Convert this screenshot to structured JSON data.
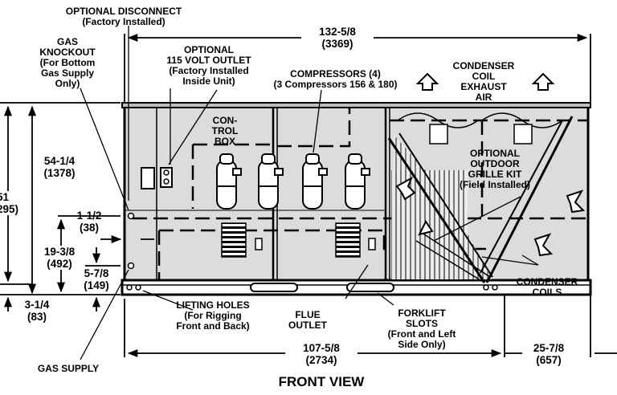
{
  "title": "FRONT VIEW",
  "callouts": {
    "optional_disconnect": [
      "OPTIONAL DISCONNECT",
      "(Factory Installed)"
    ],
    "gas_knockout": [
      "GAS",
      "KNOCKOUT",
      "(For Bottom",
      "Gas Supply",
      "Only)"
    ],
    "optional_outlet": [
      "OPTIONAL",
      "115 VOLT OUTLET",
      "(Factory Installed",
      "Inside Unit)"
    ],
    "compressors": [
      "COMPRESSORS (4)",
      "(3 Compressors 156 & 180)"
    ],
    "condenser_exhaust": [
      "CONDENSER",
      "COIL",
      "EXHAUST",
      "AIR"
    ],
    "control_box": [
      "CON-",
      "TROL",
      "BOX"
    ],
    "grille_kit": [
      "OPTIONAL",
      "OUTDOOR",
      "GRILLE KIT",
      "(Field Installed)"
    ],
    "condenser_coils": [
      "CONDENSER",
      "COILS"
    ],
    "lifting_holes": [
      "LIFTING HOLES",
      "(For Rigging",
      "Front and Back)"
    ],
    "flue_outlet": [
      "FLUE",
      "OUTLET"
    ],
    "forklift_slots": [
      "FORKLIFT",
      "SLOTS",
      "(Front and Left",
      "Side Only)"
    ],
    "gas_supply": [
      "GAS SUPPLY"
    ]
  },
  "dimensions": {
    "overall_width": [
      "132-5/8",
      "(3369)"
    ],
    "height_upper": [
      "54-1/4",
      "(1378)"
    ],
    "height_total": [
      "51",
      "295)"
    ],
    "d_1_1_2": [
      "1-1/2",
      "(38)"
    ],
    "d_19_3_8": [
      "19-3/8",
      "(492)"
    ],
    "d_5_7_8": [
      "5-7/8",
      "(149)"
    ],
    "d_3_1_4": [
      "3-1/4",
      "(83)"
    ],
    "d_107_5_8": [
      "107-5/8",
      "(2734)"
    ],
    "d_25_7_8": [
      "25-7/8",
      "(657)"
    ]
  }
}
